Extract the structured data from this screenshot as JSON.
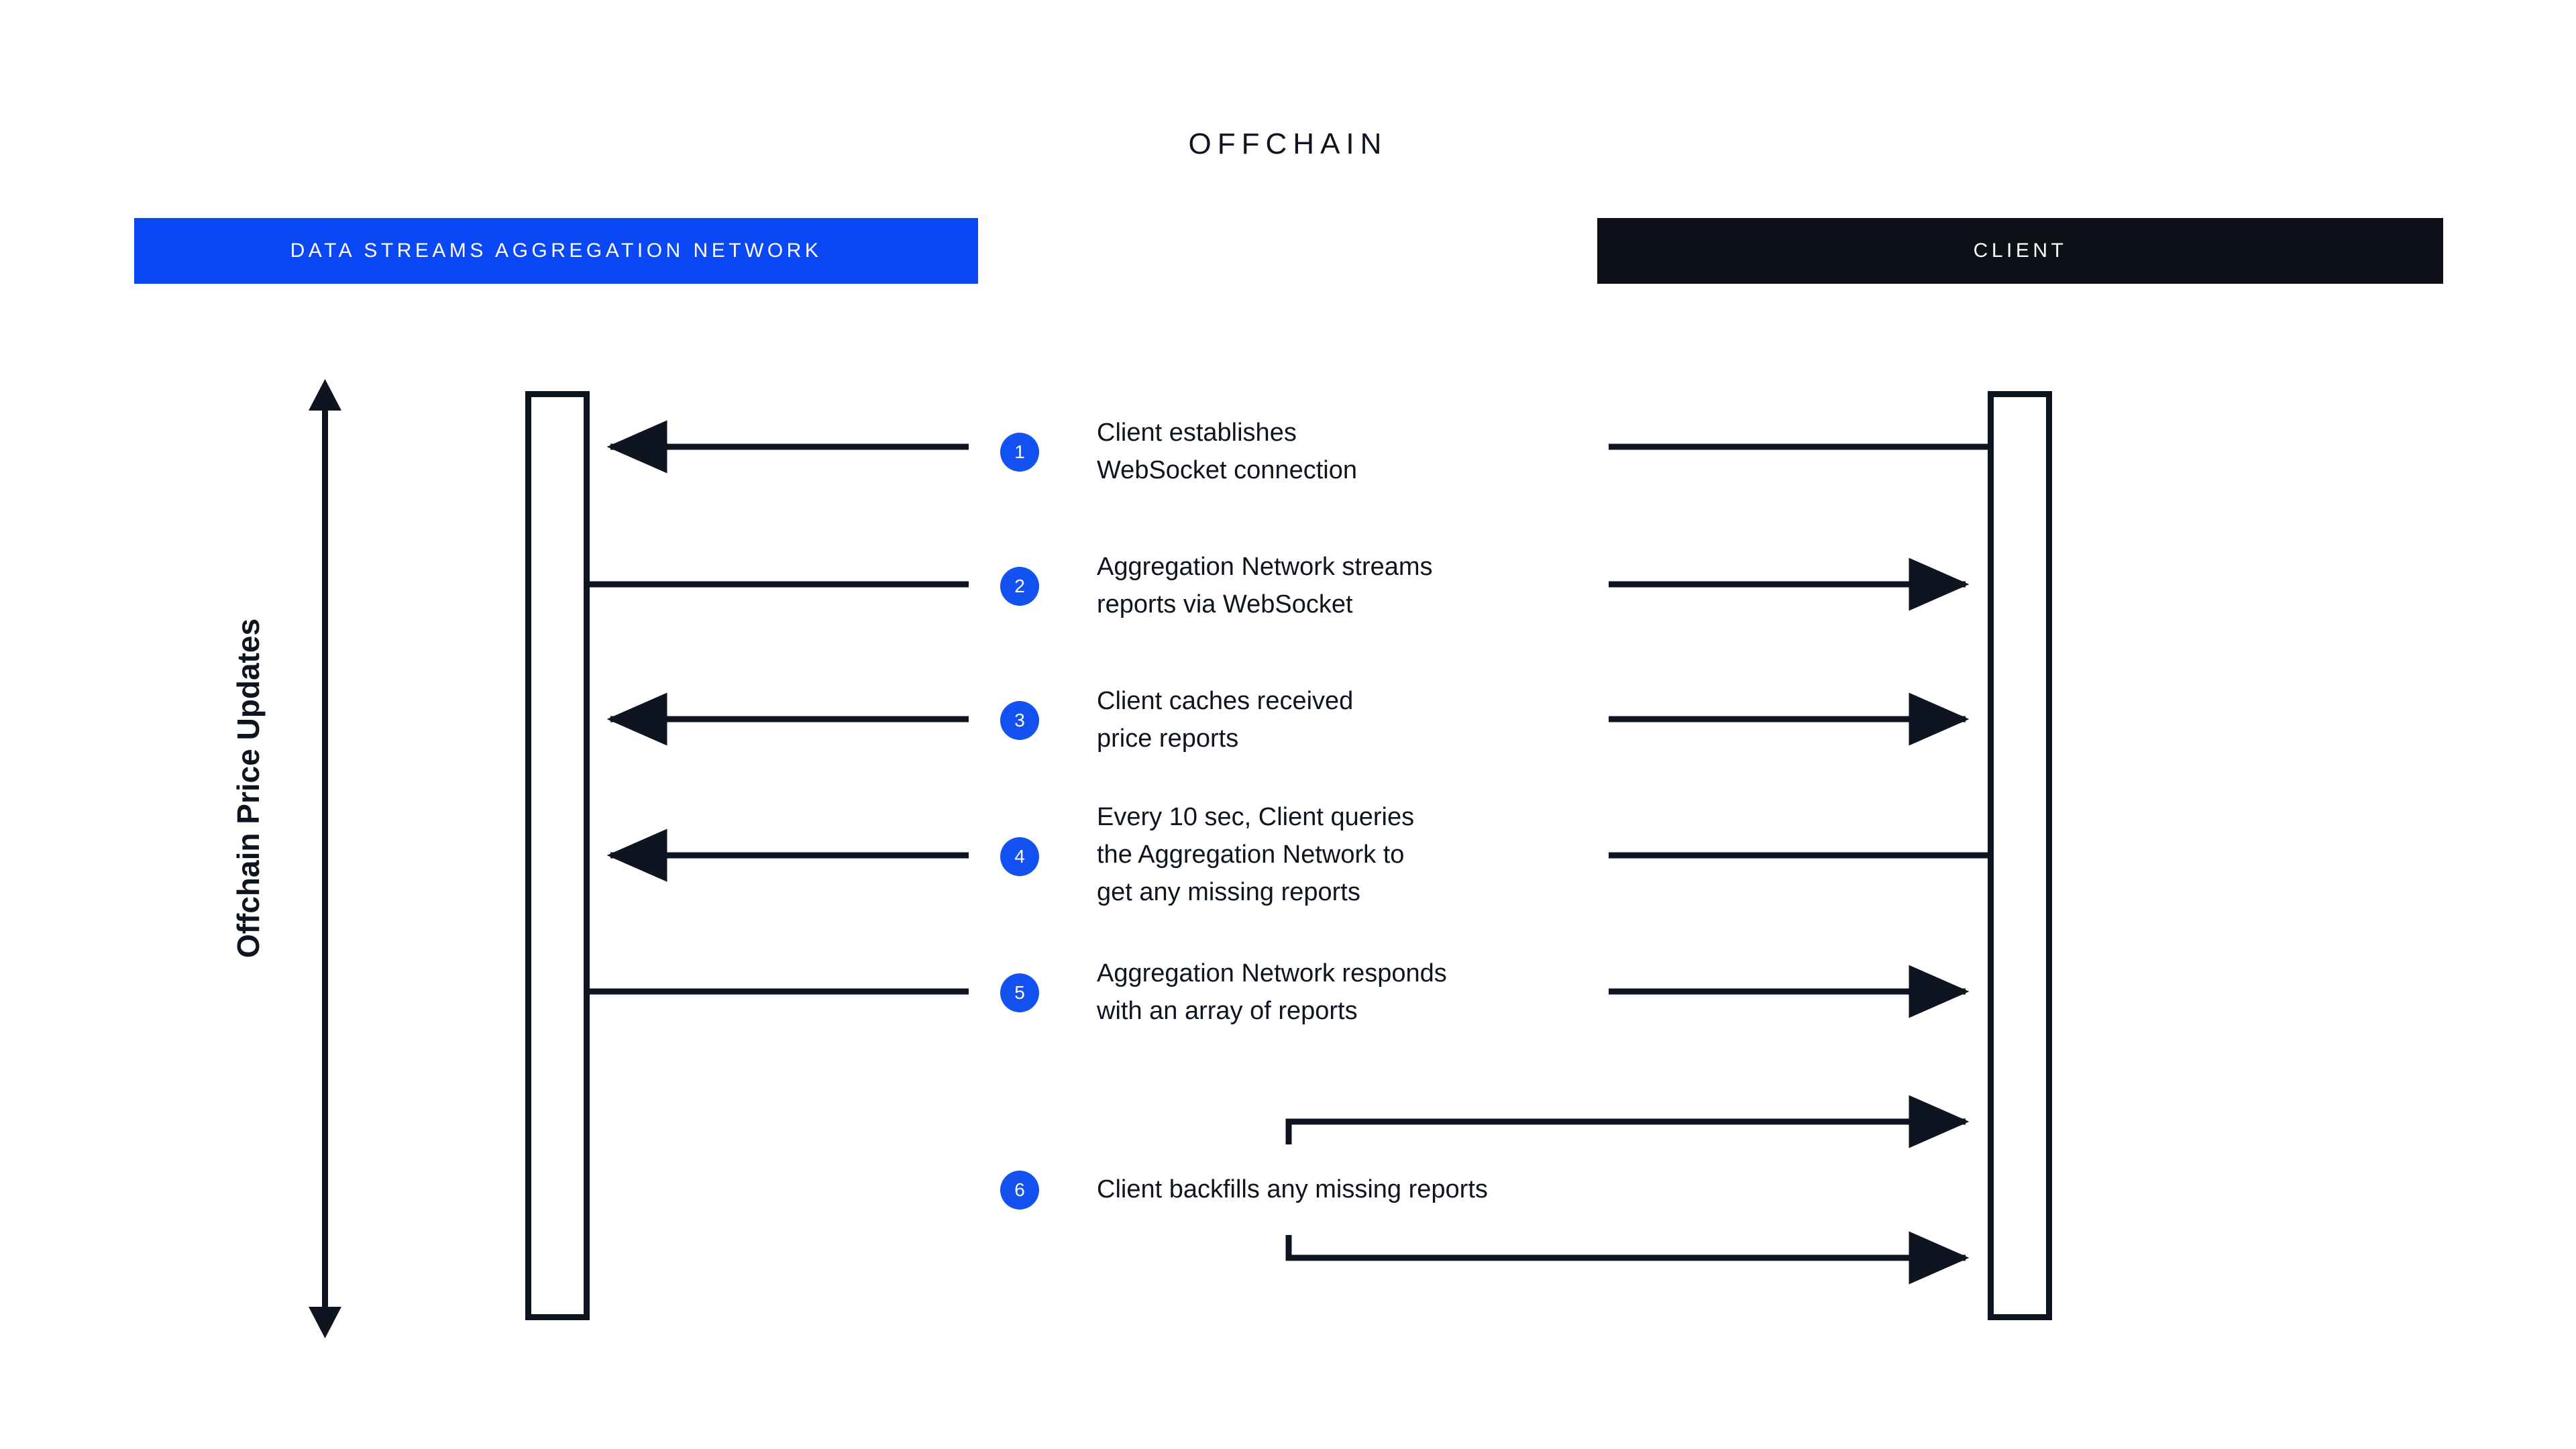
{
  "diagram": {
    "title": "OFFCHAIN",
    "axis_label": "Offchain Price Updates",
    "colors": {
      "accent_blue": "#0B48F5",
      "step_blue": "#1352F1",
      "dark": "#0D1117",
      "ink": "#0E1420",
      "background": "#FFFFFF"
    },
    "lanes": [
      {
        "id": "network",
        "label": "DATA STREAMS AGGREGATION NETWORK",
        "style": "blue"
      },
      {
        "id": "client",
        "label": "CLIENT",
        "style": "dark"
      }
    ],
    "steps": [
      {
        "number": "1",
        "text": "Client establishes\nWebSocket connection",
        "left_arrow": "left",
        "right_arrow": "none"
      },
      {
        "number": "2",
        "text": "Aggregation Network streams\nreports via WebSocket",
        "left_arrow": "none",
        "right_arrow": "right"
      },
      {
        "number": "3",
        "text": "Client caches received\nprice reports",
        "left_arrow": "left",
        "right_arrow": "right"
      },
      {
        "number": "4",
        "text": "Every 10 sec, Client queries\nthe Aggregation Network to\nget any missing reports",
        "left_arrow": "left",
        "right_arrow": "none"
      },
      {
        "number": "5",
        "text": "Aggregation Network responds\nwith an array of reports",
        "left_arrow": "none",
        "right_arrow": "right"
      },
      {
        "number": "6",
        "text": "Client backfills any missing reports",
        "left_arrow": "none",
        "right_arrow": "self-loop"
      }
    ]
  }
}
